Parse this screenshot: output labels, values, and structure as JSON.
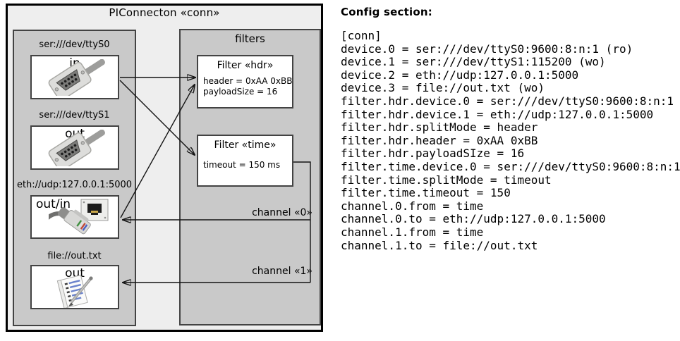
{
  "colors": {
    "outer_bg": "#eeeeee",
    "panel_bg": "#c9c9c9",
    "box_bg": "#ffffff",
    "border_dark": "#434343",
    "ink": "#000000",
    "arrow": "#141414"
  },
  "diagram": {
    "title": "PIConnecton «conn»",
    "filters_panel_title": "filters",
    "devices": [
      {
        "label": "ser:///dev/ttyS0",
        "port": "in",
        "icon": "serial-connector-icon"
      },
      {
        "label": "ser:///dev/ttyS1",
        "port": "out",
        "icon": "serial-connector-icon"
      },
      {
        "label": "eth://udp:127.0.0.1:5000",
        "port": "out/in",
        "icon": "ethernet-connector-icon"
      },
      {
        "label": "file://out.txt",
        "port": "out",
        "icon": "notepad-icon"
      }
    ],
    "filters": [
      {
        "title": "Filter «hdr»",
        "props": [
          "header = 0xAA 0xBB",
          "payloadSize = 16"
        ]
      },
      {
        "title": "Filter «time»",
        "props": [
          "timeout = 150 ms"
        ]
      }
    ],
    "channel_labels": [
      "channel «0»",
      "channel «1»"
    ]
  },
  "config": {
    "heading": "Config section:",
    "lines": [
      "[conn]",
      "device.0 = ser:///dev/ttyS0:9600:8:n:1 (ro)",
      "device.1 = ser:///dev/ttyS1:115200 (wo)",
      "device.2 = eth://udp:127.0.0.1:5000",
      "device.3 = file://out.txt (wo)",
      "filter.hdr.device.0 = ser:///dev/ttyS0:9600:8:n:1",
      "filter.hdr.device.1 = eth://udp:127.0.0.1:5000",
      "filter.hdr.splitMode = header",
      "filter.hdr.header = 0xAA 0xBB",
      "filter.hdr.payloadSIze = 16",
      "filter.time.device.0 = ser:///dev/ttyS0:9600:8:n:1",
      "filter.time.splitMode = timeout",
      "filter.time.timeout = 150",
      "channel.0.from = time",
      "channel.0.to = eth://udp:127.0.0.1:5000",
      "channel.1.from = time",
      "channel.1.to = file://out.txt"
    ]
  }
}
